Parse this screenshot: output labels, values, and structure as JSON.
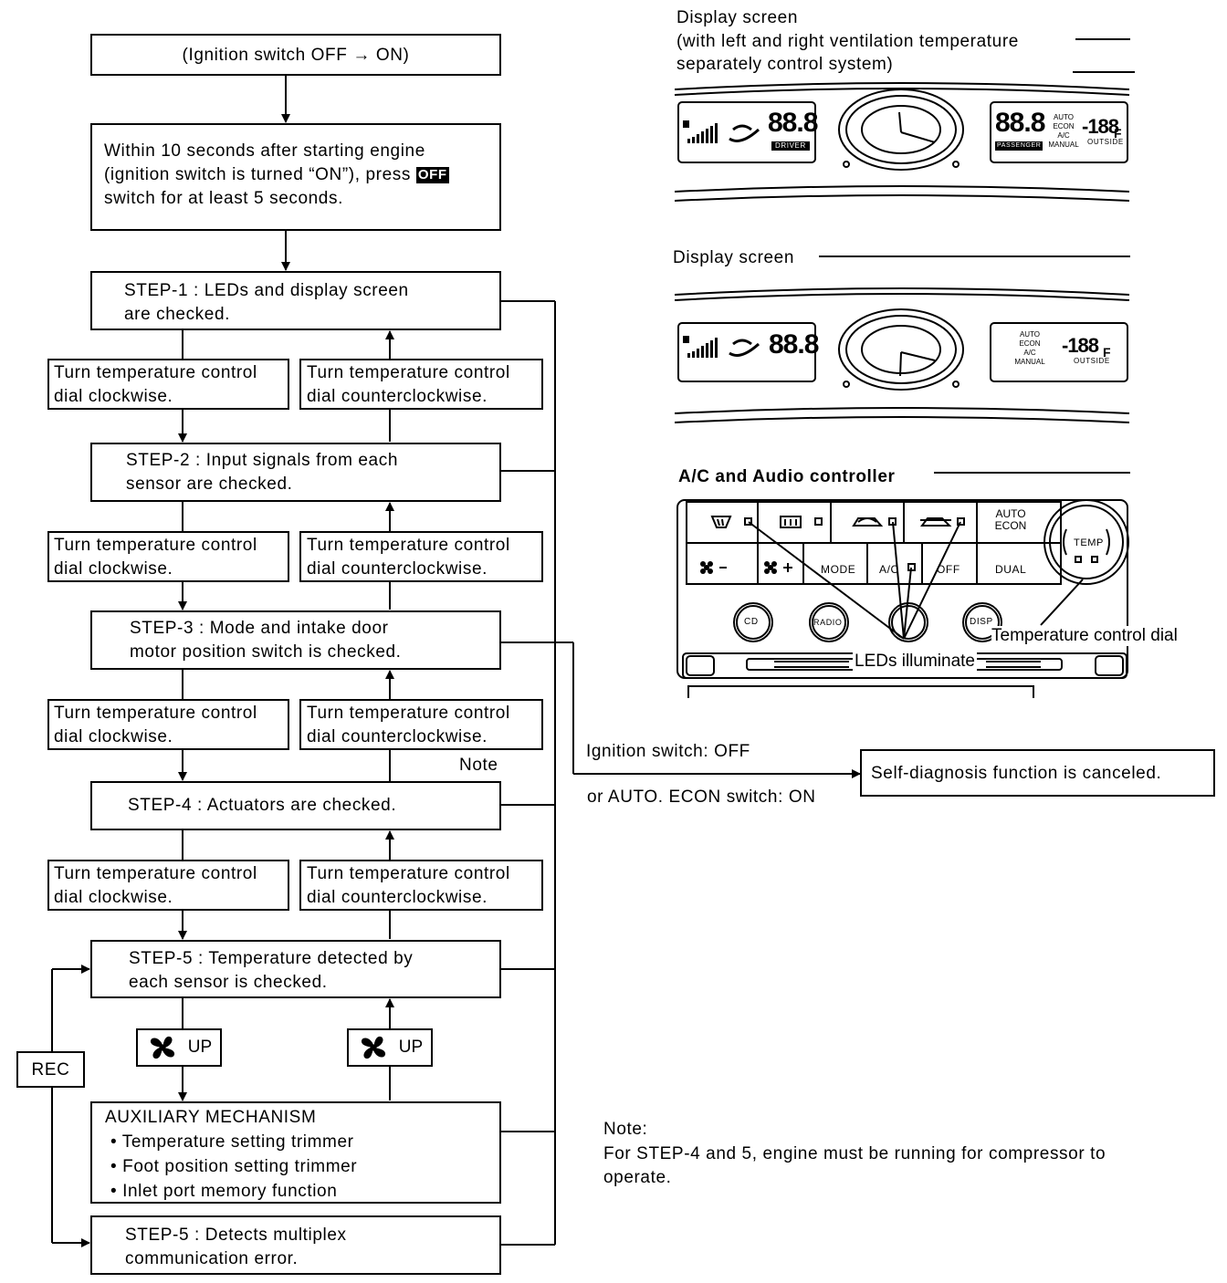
{
  "flow": {
    "start": "(Ignition switch OFF →  ON)",
    "press": {
      "line1": "Within 10 seconds after starting engine",
      "line2a": "(ignition switch is turned “ON”), press",
      "off": "OFF",
      "line3": "switch for at least 5 seconds."
    },
    "steps": [
      {
        "line1": "STEP-1 : LEDs and display  screen",
        "line2": "are checked."
      },
      {
        "line1": "STEP-2 : Input signals from each",
        "line2": "sensor are checked."
      },
      {
        "line1": "STEP-3 : Mode and intake door",
        "line2": "motor position switch is checked."
      },
      {
        "line1": "STEP-4 : Actuators are checked.",
        "line2": ""
      },
      {
        "line1": "STEP-5 : Temperature detected by",
        "line2": "each sensor is checked."
      }
    ],
    "cw": {
      "line1": "Turn temperature control",
      "line2": "dial clockwise."
    },
    "ccw": {
      "line1": "Turn temperature control",
      "line2": "dial counterclockwise."
    },
    "note_marker": "Note",
    "fan_up": "UP",
    "rec": "REC",
    "aux": {
      "title": "AUXILIARY MECHANISM",
      "items": [
        "• Temperature setting trimmer",
        "• Foot position setting trimmer",
        "• Inlet port memory function"
      ]
    },
    "last": {
      "line1": "STEP-5 : Detects multiplex",
      "line2": "communication error."
    }
  },
  "cancel": {
    "cond1": "Ignition switch: OFF",
    "cond2": "or AUTO. ECON switch: ON",
    "result": "Self-diagnosis function is canceled."
  },
  "display1": {
    "title1": "Display screen",
    "title2": "(with left and right ventilation temperature",
    "title3": "separately control system)",
    "driver_digits": "88.8",
    "driver_tag": "DRIVER",
    "pass_digits": "88.8",
    "pass_tag": "PASSENGER",
    "modes": [
      "AUTO",
      "ECON",
      "A/C",
      "MANUAL"
    ],
    "outside_digits": "-188",
    "unit": "F",
    "outside": "OUTSIDE"
  },
  "display2": {
    "title": "Display screen",
    "digits": "88.8",
    "modes": [
      "AUTO",
      "ECON",
      "A/C",
      "MANUAL"
    ],
    "outside_digits": "-188",
    "unit": "F",
    "outside": "OUTSIDE"
  },
  "controller": {
    "title": "A/C and Audio controller",
    "auto": "AUTO",
    "econ": "ECON",
    "mode": "MODE",
    "ac": "A/C",
    "off": "OFF",
    "dual": "DUAL",
    "temp": "TEMP",
    "cd": "CD",
    "radio": "RADIO",
    "disp": "DISP",
    "dial_label": "Temperature control dial",
    "leds_label": "LEDs illuminate"
  },
  "note": {
    "title": "Note:",
    "line1": "For STEP-4 and 5, engine must be running for compressor to",
    "line2": "operate."
  }
}
